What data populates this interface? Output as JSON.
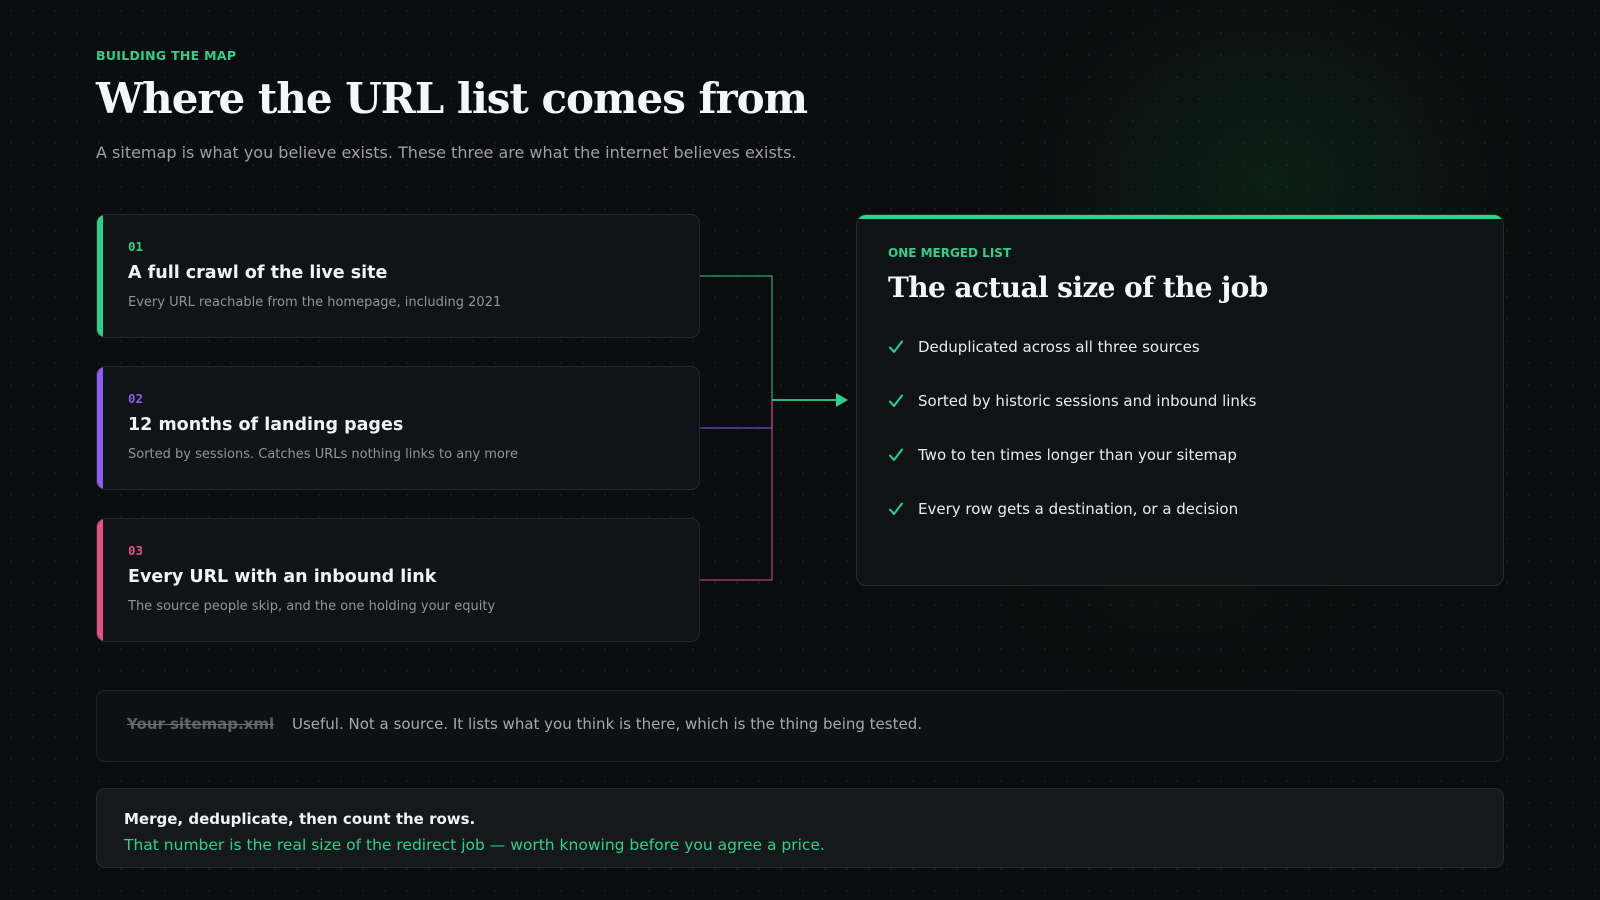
{
  "header": {
    "eyebrow": "BUILDING THE MAP",
    "title": "Where the URL list comes from",
    "subtitle": "A sitemap is what you believe exists. These three are what the internet believes exists."
  },
  "sources": [
    {
      "number": "01",
      "title": "A full crawl of the live site",
      "description": "Every URL reachable from the homepage, including 2021",
      "color": "#2fd08a"
    },
    {
      "number": "02",
      "title": "12 months of landing pages",
      "description": "Sorted by sessions. Catches URLs nothing links to any more",
      "color": "#8a5cf0"
    },
    {
      "number": "03",
      "title": "Every URL with an inbound link",
      "description": "The source people skip, and the one holding your equity",
      "color": "#e2517f"
    }
  ],
  "merged": {
    "label": "ONE MERGED LIST",
    "title": "The actual size of the job",
    "accent": "#2fd08a",
    "items": [
      "Deduplicated across all three sources",
      "Sorted by historic sessions and inbound links",
      "Two to ten times longer than your sitemap",
      "Every row gets a destination, or a decision"
    ]
  },
  "sitemap_note": {
    "struck_label": "Your sitemap.xml",
    "text": "Useful. Not a source. It lists what you think is there, which is the thing being tested."
  },
  "summary": {
    "line1": "Merge, deduplicate, then count the rows.",
    "line2": "That number is the real size of the redirect job — worth knowing before you agree a price."
  },
  "icons": {
    "check": "check-icon",
    "arrow": "arrow-right-icon"
  }
}
